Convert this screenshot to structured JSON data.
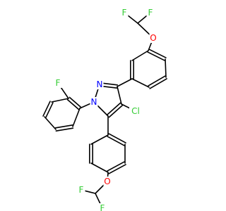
{
  "structure": {
    "atoms": [
      {
        "key": "f_top_1",
        "text": "F",
        "color": "#33cc33"
      },
      {
        "key": "f_top_2",
        "text": "F",
        "color": "#33cc33"
      },
      {
        "key": "o_top",
        "text": "O",
        "color": "#ff0000"
      },
      {
        "key": "n2",
        "text": "N",
        "color": "#0000ff"
      },
      {
        "key": "n1",
        "text": "N",
        "color": "#0000ff"
      },
      {
        "key": "cl",
        "text": "Cl",
        "color": "#33cc33"
      },
      {
        "key": "f_meta",
        "text": "F",
        "color": "#33cc33"
      },
      {
        "key": "o_bottom",
        "text": "O",
        "color": "#ff0000"
      },
      {
        "key": "f_bottom_1",
        "text": "F",
        "color": "#33cc33"
      },
      {
        "key": "f_bottom_2",
        "text": "F",
        "color": "#33cc33"
      }
    ]
  }
}
